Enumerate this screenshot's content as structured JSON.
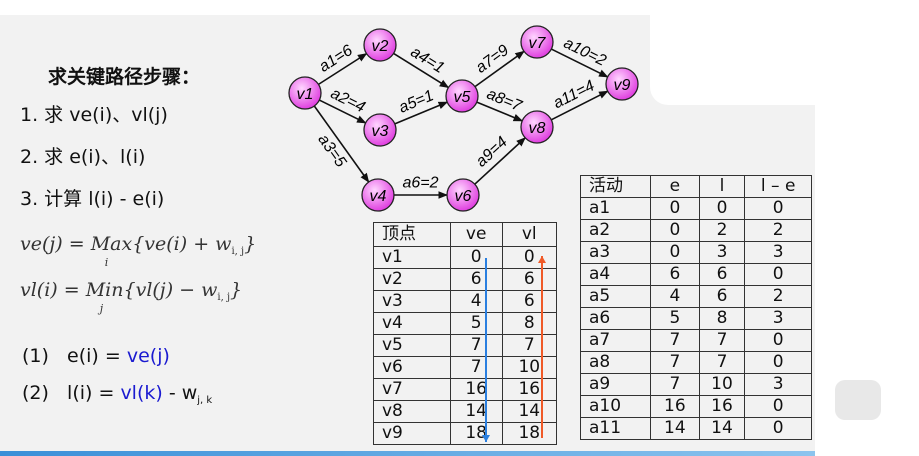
{
  "steps": {
    "title": "求关键路径步骤：",
    "items": [
      "1.  求 ve(i)、vl(j)",
      "2.  求 e(i)、l(i)",
      "3.  计算 l(i) - e(i)"
    ]
  },
  "formulas": {
    "ve": {
      "lhs": "ve(j)  =  ",
      "op": "Max",
      "idx": "i",
      "rhs": "{ve(i) + w",
      "sub": "i, j",
      "end": "}"
    },
    "vl": {
      "lhs": "vl(i)  =  ",
      "op": "Min",
      "idx": "j",
      "rhs": "{vl(j) − w",
      "sub": "i, j",
      "end": "}"
    }
  },
  "rules": {
    "r1": {
      "num": "(1)",
      "lhs": "e(i) = ",
      "rhs": "ve(j)"
    },
    "r2": {
      "num": "(2)",
      "lhs": "l(i) = ",
      "rhs": "vl(k)",
      "tail": " - w",
      "sub": "j, k"
    }
  },
  "graph": {
    "nodes": [
      "v1",
      "v2",
      "v3",
      "v4",
      "v5",
      "v6",
      "v7",
      "v8",
      "v9"
    ],
    "edges": [
      {
        "from": "v1",
        "to": "v2",
        "label": "a1=6"
      },
      {
        "from": "v1",
        "to": "v3",
        "label": "a2=4"
      },
      {
        "from": "v1",
        "to": "v4",
        "label": "a3=5"
      },
      {
        "from": "v2",
        "to": "v5",
        "label": "a4=1"
      },
      {
        "from": "v3",
        "to": "v5",
        "label": "a5=1"
      },
      {
        "from": "v4",
        "to": "v6",
        "label": "a6=2"
      },
      {
        "from": "v5",
        "to": "v7",
        "label": "a7=9"
      },
      {
        "from": "v5",
        "to": "v8",
        "label": "a8=7"
      },
      {
        "from": "v6",
        "to": "v8",
        "label": "a9=4"
      },
      {
        "from": "v7",
        "to": "v9",
        "label": "a10=2"
      },
      {
        "from": "v8",
        "to": "v9",
        "label": "a11=4"
      }
    ],
    "node_color": "#ee66ee"
  },
  "vertex_table": {
    "headers": [
      "顶点",
      "ve",
      "vl"
    ],
    "rows": [
      [
        "v1",
        "0",
        "0"
      ],
      [
        "v2",
        "6",
        "6"
      ],
      [
        "v3",
        "4",
        "6"
      ],
      [
        "v4",
        "5",
        "8"
      ],
      [
        "v5",
        "7",
        "7"
      ],
      [
        "v6",
        "7",
        "10"
      ],
      [
        "v7",
        "16",
        "16"
      ],
      [
        "v8",
        "14",
        "14"
      ],
      [
        "v9",
        "18",
        "18"
      ]
    ],
    "ve_arrow_color": "#2a7fe0",
    "vl_arrow_color": "#f05a28"
  },
  "activity_table": {
    "headers": [
      "活动",
      "e",
      "l",
      "l – e"
    ],
    "rows": [
      [
        "a1",
        "0",
        "0",
        "0"
      ],
      [
        "a2",
        "0",
        "2",
        "2"
      ],
      [
        "a3",
        "0",
        "3",
        "3"
      ],
      [
        "a4",
        "6",
        "6",
        "0"
      ],
      [
        "a5",
        "4",
        "6",
        "2"
      ],
      [
        "a6",
        "5",
        "8",
        "3"
      ],
      [
        "a7",
        "7",
        "7",
        "0"
      ],
      [
        "a8",
        "7",
        "7",
        "0"
      ],
      [
        "a9",
        "7",
        "10",
        "3"
      ],
      [
        "a10",
        "16",
        "16",
        "0"
      ],
      [
        "a11",
        "14",
        "14",
        "0"
      ]
    ]
  }
}
